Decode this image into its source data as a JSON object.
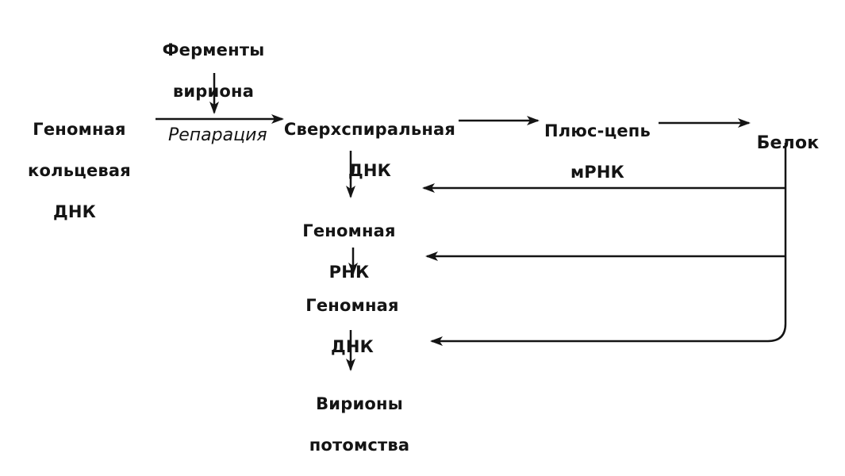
{
  "diagram": {
    "nodes": {
      "virion_enzymes": {
        "lines": [
          "Ферменты",
          "вириона"
        ]
      },
      "genomic_circular_dna": {
        "lines": [
          "Геномная",
          "кольцевая",
          "ДНК"
        ]
      },
      "supercoiled_dna": {
        "lines": [
          "Сверхспиральная",
          "ДНК"
        ]
      },
      "plus_strand_mrna": {
        "lines": [
          "Плюс-цепь",
          "мРНК"
        ]
      },
      "protein": {
        "lines": [
          "Белок"
        ]
      },
      "genomic_rna": {
        "lines": [
          "Геномная",
          "РНК"
        ]
      },
      "genomic_dna": {
        "lines": [
          "Геномная",
          "ДНК"
        ]
      },
      "progeny_virions": {
        "lines": [
          "Вирионы",
          "потомства"
        ]
      }
    },
    "edges": {
      "repair_label": "Репарация"
    },
    "colors": {
      "ink": "#141414",
      "background": "#ffffff"
    }
  }
}
